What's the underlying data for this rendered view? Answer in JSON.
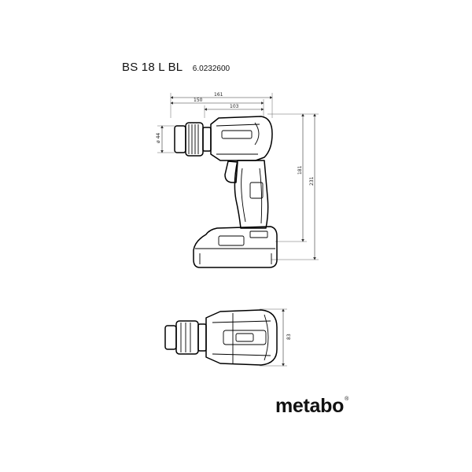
{
  "header": {
    "model": "BS 18 L BL",
    "code": "6.0232600"
  },
  "dimensions": {
    "overall_length": "161",
    "length_mid": "150",
    "length_short": "103",
    "chuck_diameter": "ø 44",
    "height_short": "181",
    "height_total": "231",
    "width": "83"
  },
  "logo": {
    "text": "metabo",
    "mark": "®"
  }
}
